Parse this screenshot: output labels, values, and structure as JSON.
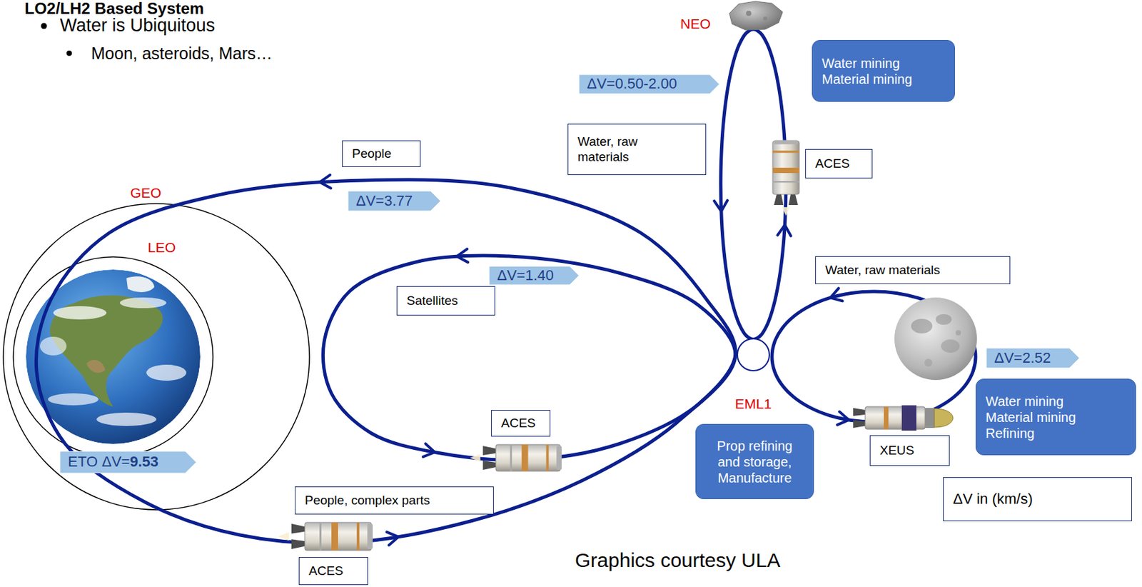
{
  "diagram": {
    "title": "LO2/LH2 Based System",
    "nodes": [
      {
        "text": [
          "Water mining Material mining"
        ]
      },
      {
        "text": [
          "ΔV=0.50-2.00"
        ]
      },
      {
        "text": [
          "Water, raw materials"
        ]
      },
      {
        "text": [
          "People"
        ]
      },
      {
        "text": [
          "ACES"
        ]
      },
      {
        "text": [
          "ΔV=3.77"
        ]
      },
      {
        "text": [
          "Water, raw materials"
        ]
      },
      {
        "text": [
          "ΔV=1.40"
        ]
      },
      {
        "text": [
          "Satellites"
        ]
      },
      {
        "text": [
          "ΔV=2.52"
        ]
      },
      {
        "text": [
          "Water mining Material mining Refining"
        ]
      },
      {
        "text": [
          "ACES"
        ]
      },
      {
        "text": [
          "Prop refining and storage, Manufacture"
        ]
      },
      {
        "text": [
          "XEUS"
        ]
      },
      {
        "text": [
          "ETO ΔV=",
          "9.53"
        ]
      },
      {
        "text": [
          "ΔV in (km/s)"
        ]
      },
      {
        "text": [
          "People, complex parts"
        ]
      },
      {
        "text": [
          "ACES"
        ]
      }
    ],
    "labels": [
      "Water is Ubiquitous",
      "Moon, asteroids, Mars…",
      "NEO",
      "GEO",
      "LEO",
      "EML1",
      "Graphics courtesy ULA"
    ]
  }
}
